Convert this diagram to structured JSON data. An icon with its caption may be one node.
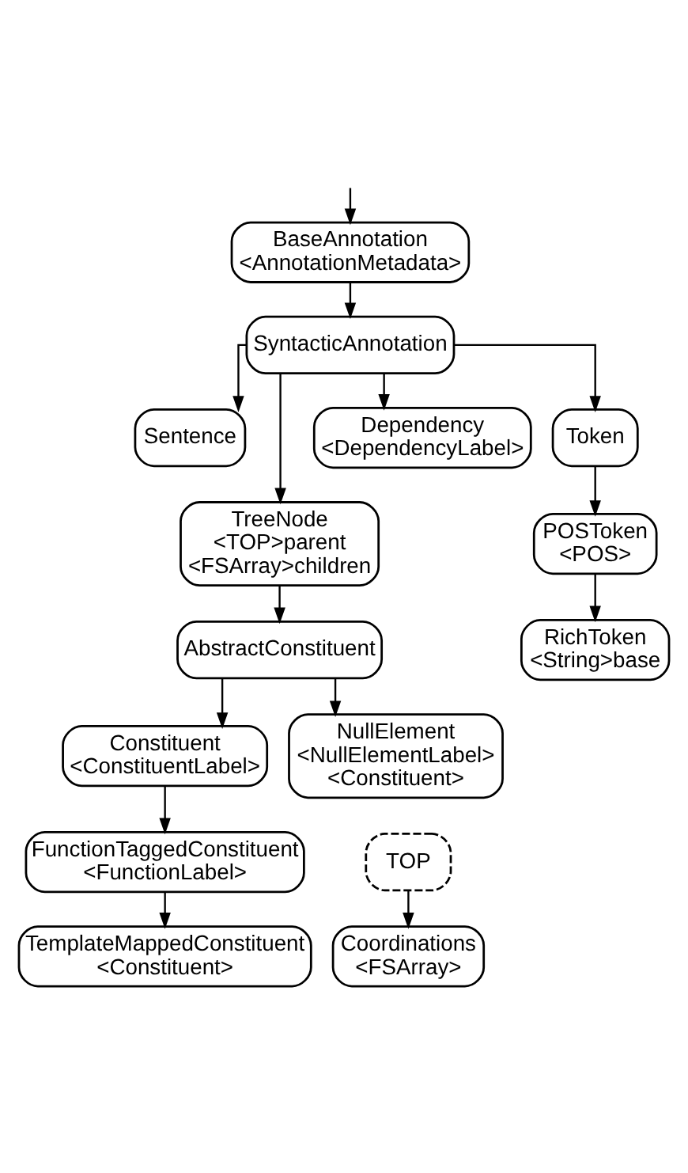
{
  "diagram": {
    "nodes": [
      {
        "text": [
          "BaseAnnotation",
          "<AnnotationMetadata>"
        ]
      },
      {
        "text": [
          "SyntacticAnnotation"
        ]
      },
      {
        "text": [
          "Sentence"
        ]
      },
      {
        "text": [
          "Dependency",
          "<DependencyLabel>"
        ]
      },
      {
        "text": [
          "Token"
        ]
      },
      {
        "text": [
          "TreeNode",
          "<TOP>parent",
          "<FSArray>children"
        ]
      },
      {
        "text": [
          "POSToken",
          "<POS>"
        ]
      },
      {
        "text": [
          "RichToken",
          "<String>base"
        ]
      },
      {
        "text": [
          "AbstractConstituent"
        ]
      },
      {
        "text": [
          "Constituent",
          "<ConstituentLabel>"
        ]
      },
      {
        "text": [
          "NullElement",
          "<NullElementLabel>",
          "<Constituent>"
        ]
      },
      {
        "text": [
          "FunctionTaggedConstituent",
          "<FunctionLabel>"
        ]
      },
      {
        "text": [
          "TOP"
        ]
      },
      {
        "text": [
          "TemplateMappedConstituent",
          "<Constituent>"
        ]
      },
      {
        "text": [
          "Coordinations",
          "<FSArray>"
        ]
      }
    ],
    "edges": [
      {
        "from": null,
        "to": 0,
        "arrow": "to"
      },
      {
        "from": 0,
        "to": 1,
        "arrow": "to"
      },
      {
        "from": 1,
        "to": 2,
        "arrow": "to"
      },
      {
        "from": 1,
        "to": 5,
        "arrow": "to"
      },
      {
        "from": 1,
        "to": 3,
        "arrow": "to"
      },
      {
        "from": 1,
        "to": 4,
        "arrow": "to"
      },
      {
        "from": 4,
        "to": 6,
        "arrow": "to"
      },
      {
        "from": 6,
        "to": 7,
        "arrow": "to"
      },
      {
        "from": 5,
        "to": 8,
        "arrow": "to"
      },
      {
        "from": 8,
        "to": 9,
        "arrow": "to"
      },
      {
        "from": 8,
        "to": 10,
        "arrow": "to"
      },
      {
        "from": 9,
        "to": 11,
        "arrow": "to"
      },
      {
        "from": 11,
        "to": 13,
        "arrow": "to"
      },
      {
        "from": 12,
        "to": 14,
        "arrow": "to"
      }
    ]
  }
}
